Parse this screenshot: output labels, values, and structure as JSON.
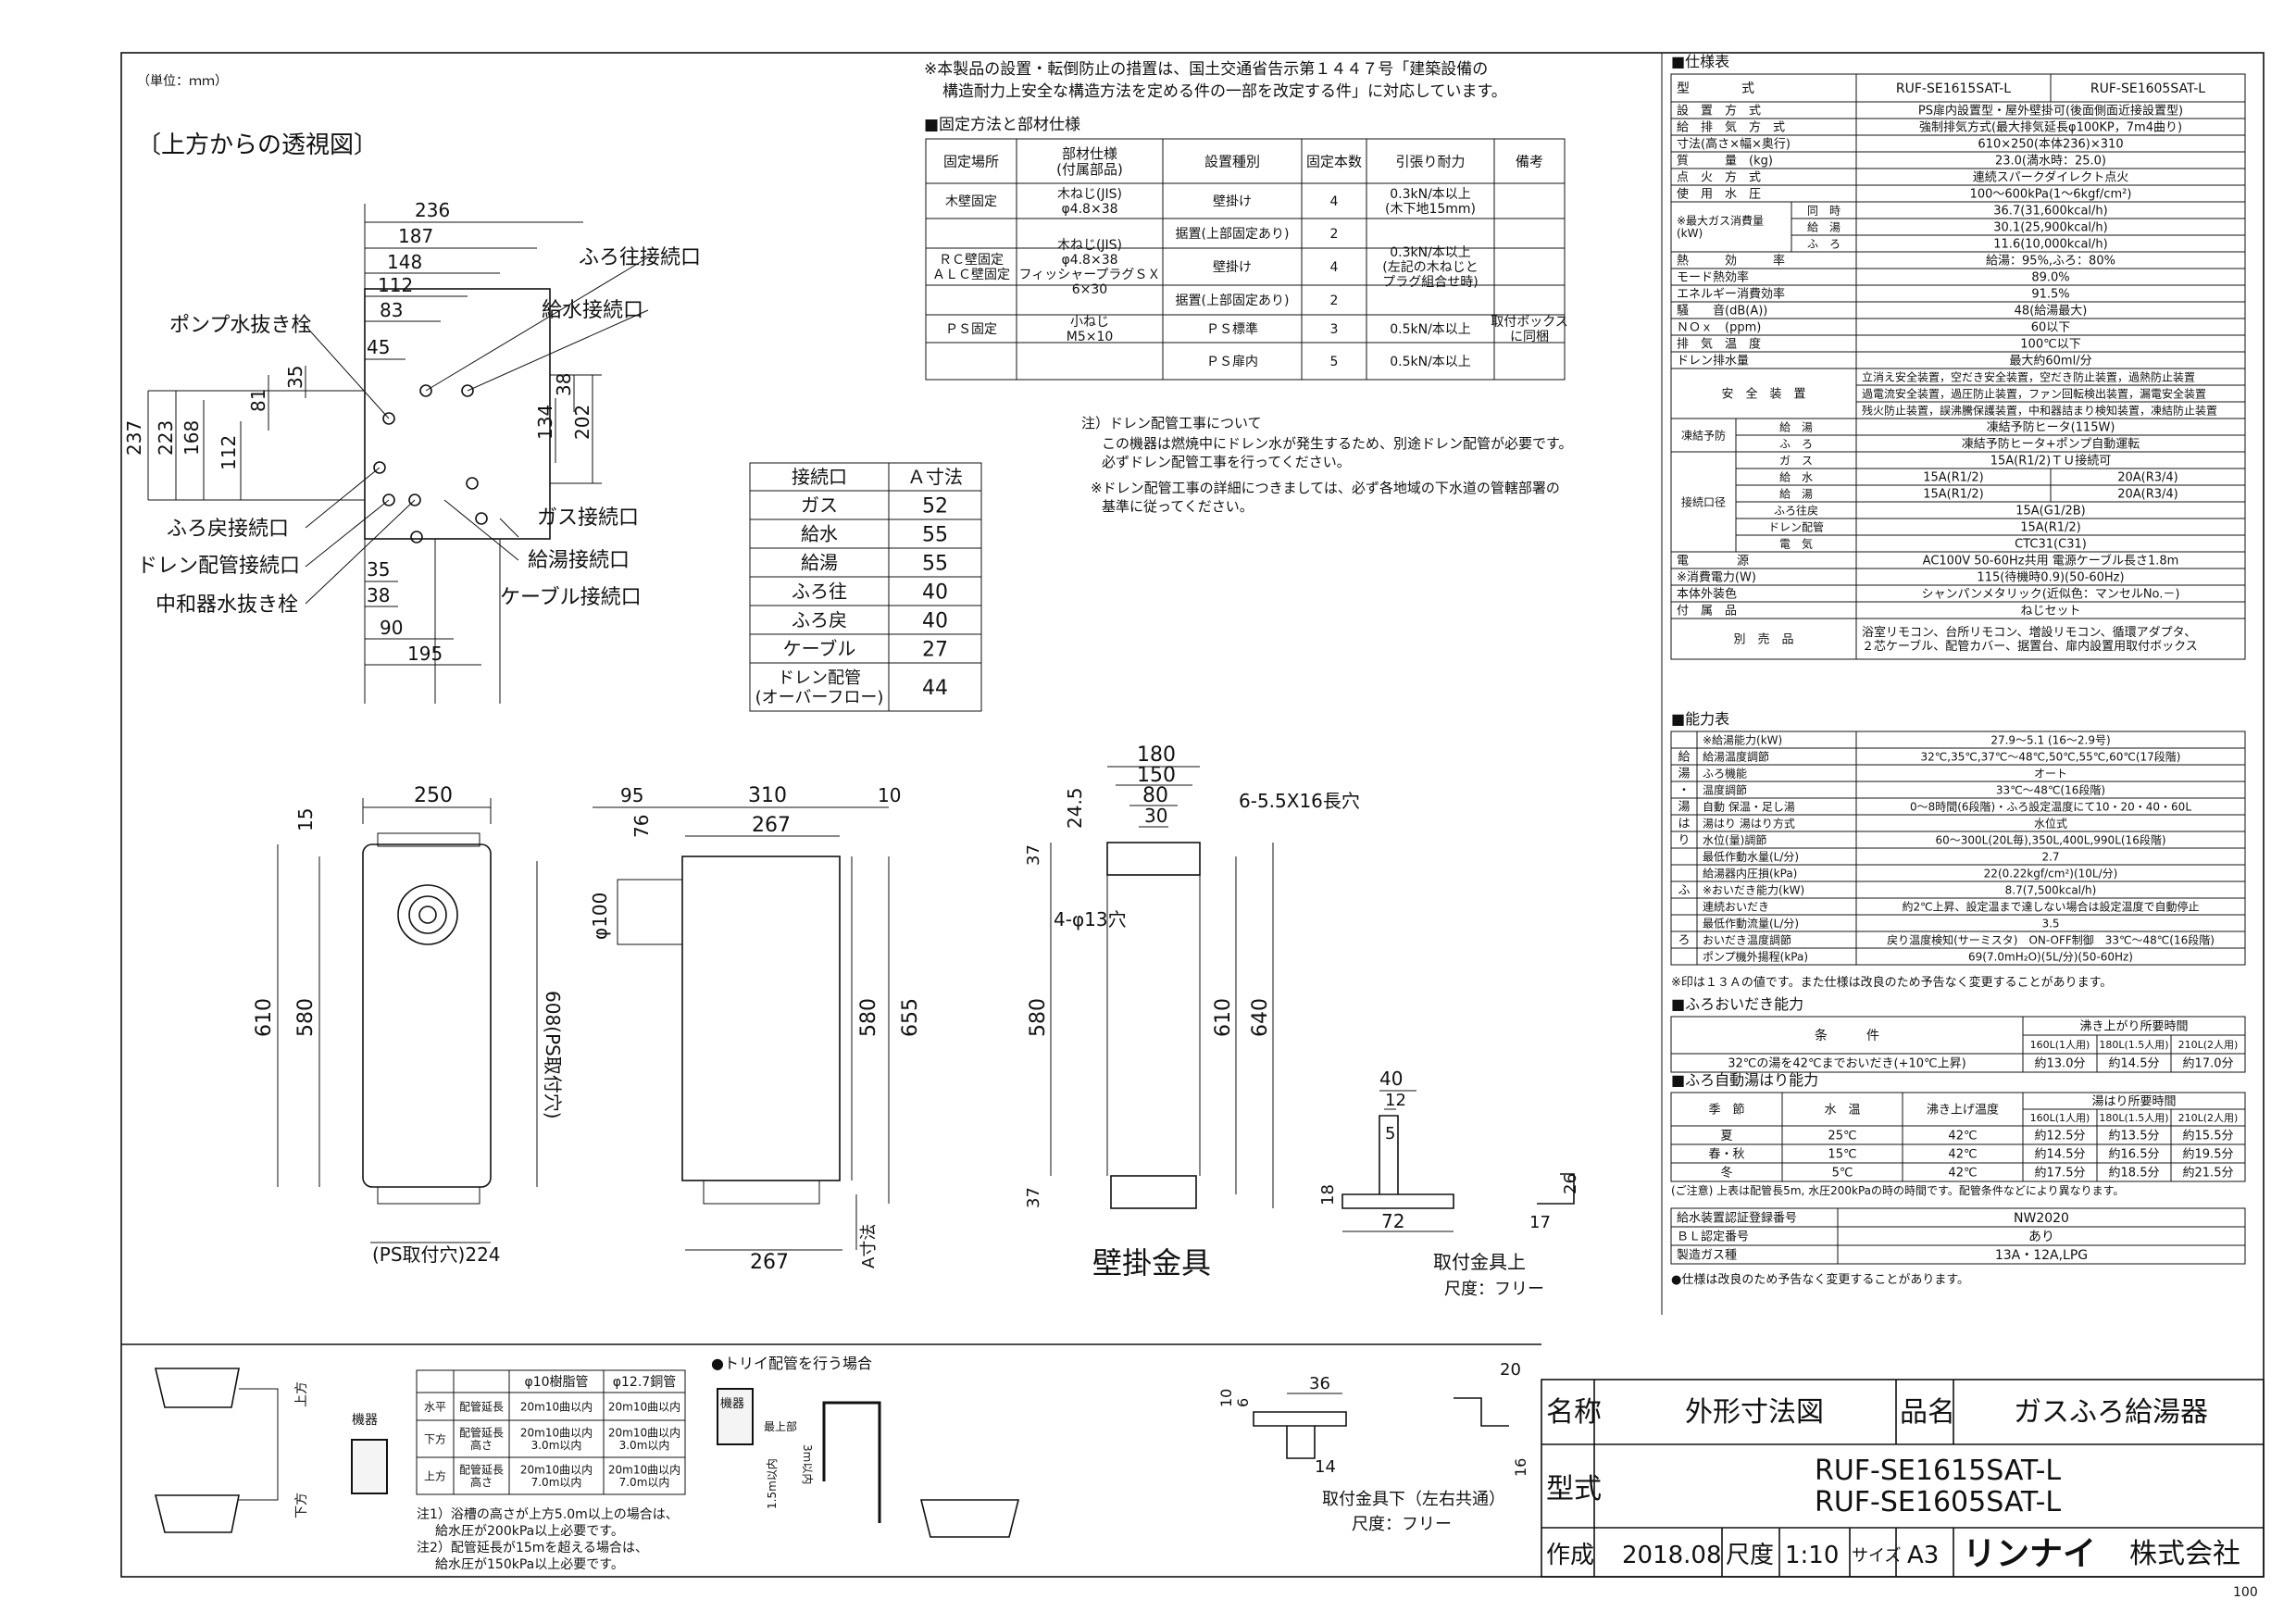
{
  "page": {
    "unit": "（単位：ｍｍ）",
    "view_title": "〔上方からの透視図〕",
    "corner_number": "100"
  },
  "notes": {
    "install_lines": [
      "※本製品の設置・転倒防止の措置は、国土交通省告示第１４４７号「建築設備の",
      "構造耐力上安全な構造方法を定める件の一部を改定する件」に対応しています。"
    ],
    "fixing_heading": "■固定方法と部材仕様",
    "drain_lines": [
      "注）ドレン配管工事について",
      "この機器は燃焼中にドレン水が発生するため、別途ドレン配管が必要です。",
      "必ずドレン配管工事を行ってください。",
      "※ドレン配管工事の詳細につきましては、必ず各地域の下水道の管轄部署の",
      "基準に従ってください。"
    ]
  },
  "fixing_table": {
    "headers": [
      "固定場所",
      "部材仕様\n(付属部品)",
      "設置種別",
      "固定本数",
      "引張り耐力",
      "備考"
    ],
    "rows": [
      [
        "木壁固定",
        "木ねじ(JIS)\nφ4.8×38",
        "壁掛け",
        "4",
        "0.3kN/本以上\n(木下地15mm)",
        ""
      ],
      [
        "",
        "",
        "据置(上部固定あり)",
        "2",
        "",
        ""
      ],
      [
        "ＲＣ壁固定\nＡＬＣ壁固定",
        "木ねじ(JIS)\nφ4.8×38\nフィッシャープラグＳＸ\n6×30",
        "壁掛け",
        "4",
        "0.3kN/本以上\n(左記の木ねじと\nプラグ組合せ時)",
        ""
      ],
      [
        "",
        "",
        "据置(上部固定あり)",
        "2",
        "",
        ""
      ],
      [
        "ＰＳ固定",
        "小ねじ\nM5×10",
        "ＰＳ標準",
        "3",
        "0.5kN/本以上",
        "取付ボックス\nに同梱"
      ],
      [
        "",
        "",
        "ＰＳ扉内",
        "5",
        "0.5kN/本以上",
        ""
      ]
    ]
  },
  "connection_table": {
    "headers": [
      "接続口",
      "Ａ寸法"
    ],
    "rows": [
      [
        "ガス",
        "52"
      ],
      [
        "給水",
        "55"
      ],
      [
        "給湯",
        "55"
      ],
      [
        "ふろ往",
        "40"
      ],
      [
        "ふろ戻",
        "40"
      ],
      [
        "ケーブル",
        "27"
      ],
      [
        "ドレン配管\n(オーバーフロー)",
        "44"
      ]
    ]
  },
  "top_view": {
    "labels": {
      "furo_out": "ふろ往接続口",
      "water_in": "給水接続口",
      "pump_drain": "ポンプ水抜き栓",
      "furo_return": "ふろ戻接続口",
      "drain_pipe": "ドレン配管接続口",
      "neutralizer_drain": "中和器水抜き栓",
      "gas": "ガス接続口",
      "hot_water": "給湯接続口",
      "cable": "ケーブル接続口"
    },
    "dims_top": [
      "236",
      "187",
      "148",
      "112",
      "83",
      "45"
    ],
    "dims_left": [
      "237",
      "223",
      "168",
      "112",
      "81",
      "35"
    ],
    "dims_right": [
      "38",
      "134",
      "202"
    ],
    "dims_bottom": [
      "35",
      "38",
      "90",
      "195"
    ]
  },
  "front_view": {
    "width": "250",
    "height": "610",
    "inner_height": "580",
    "top_offset": "15",
    "ps_height": "608(PS取付穴)",
    "ps_width": "(PS取付穴)224"
  },
  "side_view": {
    "depth": "310",
    "front": "95",
    "back": "10",
    "base": "267",
    "base_bottom": "267",
    "height_a": "580",
    "height_b": "655",
    "duct": "φ100",
    "duct_offset": "76",
    "a_dim": "A寸法"
  },
  "bracket_view": {
    "w1": "180",
    "w2": "150",
    "w3": "80",
    "w4": "30",
    "top": "24.5",
    "hole": "4-φ13穴",
    "slot": "6-5.5X16長穴",
    "h1": "580",
    "h2": "610",
    "h3": "640",
    "bottom": "37",
    "top_left": "37",
    "title": "壁掛金具",
    "small_dims": [
      "40",
      "12",
      "5",
      "72",
      "18",
      "26",
      "17"
    ],
    "upper_label": "取付金具上",
    "upper_scale": "尺度：フリー",
    "lower_dims": [
      "36",
      "6",
      "10",
      "14",
      "20",
      "16"
    ],
    "lower_label": "取付金具下（左右共通）",
    "lower_scale": "尺度：フリー"
  },
  "piping_table": {
    "headers": [
      "",
      "",
      "φ10樹脂管",
      "φ12.7銅管"
    ],
    "rows": [
      [
        "水平",
        "配管延長",
        "20m10曲以内",
        "20m10曲以内"
      ],
      [
        "下方",
        "配管延長\n高さ",
        "20m10曲以内\n3.0m以内",
        "20m10曲以内\n3.0m以内"
      ],
      [
        "上方",
        "配管延長\n高さ",
        "20m10曲以内\n7.0m以内",
        "20m10曲以内\n7.0m以内"
      ]
    ],
    "notes": [
      "注1）浴槽の高さが上方5.0m以上の場合は、",
      "給水圧が200kPa以上必要です。",
      "注2）配管延長が15mを超える場合は、",
      "給水圧が150kPa以上必要です。"
    ],
    "trap_heading": "●トリイ配管を行う場合",
    "diagram_labels": {
      "equipment": "機器",
      "up": "上方",
      "down": "下方",
      "top": "最上部",
      "h3": "3m以内",
      "h15": "1.5m以内"
    }
  },
  "spec": {
    "heading": "■仕様表",
    "model_label": "型",
    "model_label2": "式",
    "models": [
      "RUF-SE1615SAT-L",
      "RUF-SE1605SAT-L"
    ],
    "rows": [
      [
        "設　置　方　式",
        "PS扉内設置型・屋外壁掛可(後面側面近接設置型)"
      ],
      [
        "給　排　気　方　式",
        "強制排気方式(最大排気延長φ100KP，7m4曲り)"
      ],
      [
        "寸法(高さ×幅×奥行)",
        "610×250(本体236)×310"
      ],
      [
        "質　　　量　(kg)",
        "23.0(満水時：25.0)"
      ],
      [
        "点　火　方　式",
        "連続スパークダイレクト点火"
      ],
      [
        "使　用　水　圧",
        "100～600kPa(1～6kgf/cm²)"
      ]
    ],
    "gas_label": "※最大ガス消費量\n(kW)",
    "gas_rows": [
      [
        "同　時",
        "36.7(31,600kcal/h)"
      ],
      [
        "給　湯",
        "30.1(25,900kcal/h)"
      ],
      [
        "ふ　ろ",
        "11.6(10,000kcal/h)"
      ]
    ],
    "rows2": [
      [
        "熱　　　効　　　率",
        "給湯：95%,ふろ：80%"
      ],
      [
        "モード熱効率",
        "89.0%"
      ],
      [
        "エネルギー消費効率",
        "91.5%"
      ],
      [
        "騒　　音(dB(A))",
        "48(給湯最大)"
      ],
      [
        "ＮＯｘ　(ppm)",
        "60以下"
      ],
      [
        "排　気　温　度",
        "100℃以下"
      ],
      [
        "ドレン排水量",
        "最大約60ml/分"
      ]
    ],
    "safety_label": "安　全　装　置",
    "safety_lines": [
      "立消え安全装置，空だき安全装置，空だき防止装置，過熱防止装置",
      "過電流安全装置，過圧防止装置，ファン回転検出装置，漏電安全装置",
      "残火防止装置，誤沸騰保護装置，中和器詰まり検知装置，凍結防止装置"
    ],
    "freeze_label": "凍結予防",
    "freeze_rows": [
      [
        "給　湯",
        "凍結予防ヒータ(115W)"
      ],
      [
        "ふ　ろ",
        "凍結予防ヒータ+ポンプ自動運転"
      ]
    ],
    "conn_label": "接続口径",
    "conn_rows": [
      [
        "ガ　ス",
        "15A(R1/2)ＴＵ接続可",
        ""
      ],
      [
        "給　水",
        "15A(R1/2)",
        "20A(R3/4)"
      ],
      [
        "給　湯",
        "15A(R1/2)",
        "20A(R3/4)"
      ],
      [
        "ふろ往戻",
        "15A(G1/2B)",
        ""
      ],
      [
        "ドレン配管",
        "15A(R1/2)",
        ""
      ],
      [
        "電　気",
        "CTC31(C31)",
        ""
      ]
    ],
    "rows3": [
      [
        "電　　　　源",
        "AC100V 50-60Hz共用 電源ケーブル長さ1.8m"
      ],
      [
        "※消費電力(W)",
        "115(待機時0.9)(50-60Hz)"
      ],
      [
        "本体外装色",
        "シャンパンメタリック(近似色：マンセルNo.－)"
      ],
      [
        "付　属　品",
        "ねじセット"
      ]
    ],
    "sold_label": "別　売　品",
    "sold_lines": [
      "浴室リモコン、台所リモコン、増設リモコン、循環アダプタ、",
      "２芯ケーブル、配管カバー、据置台、扉内設置用取付ボックス"
    ]
  },
  "ability": {
    "heading": "■能力表",
    "rows": [
      [
        "",
        "※給湯能力(kW)",
        "27.9～5.1 (16～2.9号)"
      ],
      [
        "給",
        "給湯温度調節",
        "32℃,35℃,37℃～48℃,50℃,55℃,60℃(17段階)"
      ],
      [
        "湯",
        "ふろ機能",
        "オート"
      ],
      [
        "・",
        "温度調節",
        "33℃～48℃(16段階)"
      ],
      [
        "湯",
        "自動 保温・足し湯",
        "0～8時間(6段階)・ふろ設定温度にて10・20・40・60L"
      ],
      [
        "は",
        "湯はり 湯はり方式",
        "水位式"
      ],
      [
        "り",
        "水位(量)調節",
        "60～300L(20L毎),350L,400L,990L(16段階)"
      ],
      [
        "",
        "最低作動水量(L/分)",
        "2.7"
      ],
      [
        "",
        "給湯器内圧損(kPa)",
        "22(0.22kgf/cm²)(10L/分)"
      ],
      [
        "ふ",
        "※おいだき能力(kW)",
        "8.7(7,500kcal/h)"
      ],
      [
        "",
        "連続おいだき",
        "約2℃上昇、設定温まで達しない場合は設定温度で自動停止"
      ],
      [
        "",
        "最低作動流量(L/分)",
        "3.5"
      ],
      [
        "ろ",
        "おいだき温度調節",
        "戻り温度検知(サーミスタ)　ON-OFF制御　33℃～48℃(16段階)"
      ],
      [
        "",
        "ポンプ機外揚程(kPa)",
        "69(7.0mH₂O)(5L/分)(50-60Hz)"
      ]
    ],
    "note": "※印は１３Ａの値です。また仕様は改良のため予告なく変更することがあります。"
  },
  "reheat": {
    "heading": "■ふろおいだき能力",
    "cond_label": "条　　　件",
    "time_label": "沸き上がり所要時間",
    "cols": [
      "160L(1人用)",
      "180L(1.5人用)",
      "210L(2人用)"
    ],
    "row": [
      "32℃の湯を42℃までおいだき(+10℃上昇)",
      "約13.0分",
      "約14.5分",
      "約17.0分"
    ]
  },
  "autofill": {
    "heading": "■ふろ自動湯はり能力",
    "headers": [
      "季　節",
      "水　温",
      "沸き上げ温度",
      "湯はり所要時間"
    ],
    "cols": [
      "160L(1人用)",
      "180L(1.5人用)",
      "210L(2人用)"
    ],
    "rows": [
      [
        "夏",
        "25℃",
        "42℃",
        "約12.5分",
        "約13.5分",
        "約15.5分"
      ],
      [
        "春・秋",
        "15℃",
        "42℃",
        "約14.5分",
        "約16.5分",
        "約19.5分"
      ],
      [
        "冬",
        "5℃",
        "42℃",
        "約17.5分",
        "約18.5分",
        "約21.5分"
      ]
    ],
    "note": "(ご注意) 上表は配管長5m, 水圧200kPaの時の時間です。配管条件などにより異なります。"
  },
  "cert": {
    "rows": [
      [
        "給水装置認証登録番号",
        "NW2020"
      ],
      [
        "ＢＬ認定番号",
        "あり"
      ],
      [
        "製造ガス種",
        "13A・12A,LPG"
      ]
    ],
    "note": "●仕様は改良のため予告なく変更することがあります。"
  },
  "title_block": {
    "name_label": "名称",
    "name_value": "外形寸法図",
    "product_label": "品名",
    "product_value": "ガスふろ給湯器",
    "model_label": "型式",
    "model_values": [
      "RUF-SE1615SAT-L",
      "RUF-SE1605SAT-L"
    ],
    "made_label": "作成",
    "made_value": "2018.08",
    "scale_label": "尺度",
    "scale_value": "1:10",
    "size_label": "サイズ",
    "size_value": "A3",
    "company_logo": "リンナイ",
    "company_suffix": "株式会社"
  }
}
